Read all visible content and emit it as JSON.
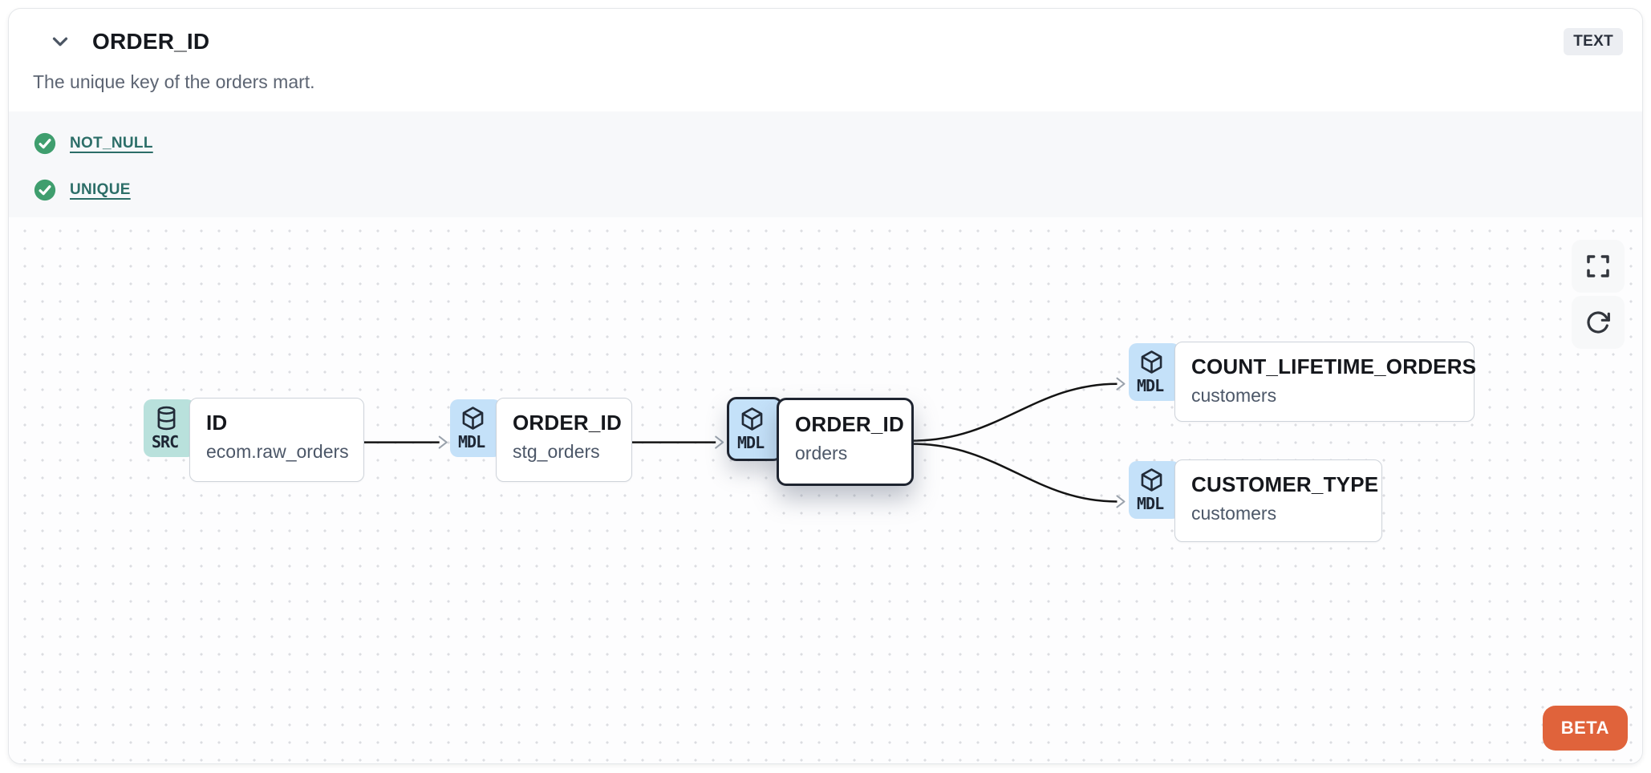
{
  "header": {
    "title": "ORDER_ID",
    "description": "The unique key of the orders mart.",
    "type_badge": "TEXT"
  },
  "tests": {
    "items": [
      {
        "label": "NOT_NULL",
        "status": "pass",
        "icon": "check-circle-icon"
      },
      {
        "label": "UNIQUE",
        "status": "pass",
        "icon": "check-circle-icon"
      }
    ]
  },
  "lineage": {
    "nodes": [
      {
        "badge": "SRC",
        "icon": "database-icon",
        "title": "ID",
        "subtitle": "ecom.raw_orders",
        "kind": "source",
        "highlighted": false
      },
      {
        "badge": "MDL",
        "icon": "cube-icon",
        "title": "ORDER_ID",
        "subtitle": "stg_orders",
        "kind": "model",
        "highlighted": false
      },
      {
        "badge": "MDL",
        "icon": "cube-icon",
        "title": "ORDER_ID",
        "subtitle": "orders",
        "kind": "model",
        "highlighted": true
      },
      {
        "badge": "MDL",
        "icon": "cube-icon",
        "title": "COUNT_LIFETIME_ORDERS",
        "subtitle": "customers",
        "kind": "model",
        "highlighted": false
      },
      {
        "badge": "MDL",
        "icon": "cube-icon",
        "title": "CUSTOMER_TYPE",
        "subtitle": "customers",
        "kind": "model",
        "highlighted": false
      }
    ],
    "edges": [
      {
        "from": "ID (ecom.raw_orders)",
        "to": "ORDER_ID (stg_orders)"
      },
      {
        "from": "ORDER_ID (stg_orders)",
        "to": "ORDER_ID (orders)"
      },
      {
        "from": "ORDER_ID (orders)",
        "to": "COUNT_LIFETIME_ORDERS (customers)"
      },
      {
        "from": "ORDER_ID (orders)",
        "to": "CUSTOMER_TYPE (customers)"
      }
    ],
    "beta_label": "BETA"
  },
  "colors": {
    "source_badge": "#b9e1dc",
    "model_badge": "#c4e1f9",
    "check_green": "#3f9e6e",
    "link_teal": "#2c6e68",
    "beta_orange": "#e0633b",
    "edge": "#141414",
    "highlight_border": "#1e2430",
    "tests_bg": "#f7f8fa"
  }
}
